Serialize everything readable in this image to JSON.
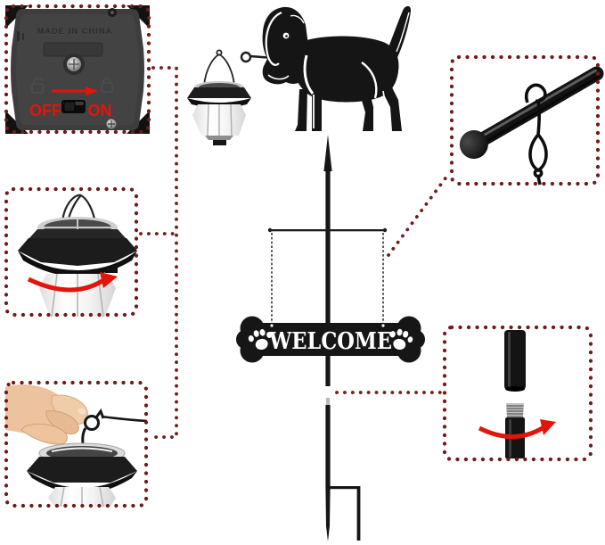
{
  "colors": {
    "accent_red": "#e41408",
    "connector_maroon": "#711a1a",
    "silhouette_black": "#151515",
    "lantern_white": "#f6f6f6",
    "chain_gray": "#333333"
  },
  "sign": {
    "text": "WELCOME"
  },
  "switch_panel": {
    "embossed_text": "MADE IN CHINA",
    "off_label": "OFF",
    "on_label": "ON"
  }
}
